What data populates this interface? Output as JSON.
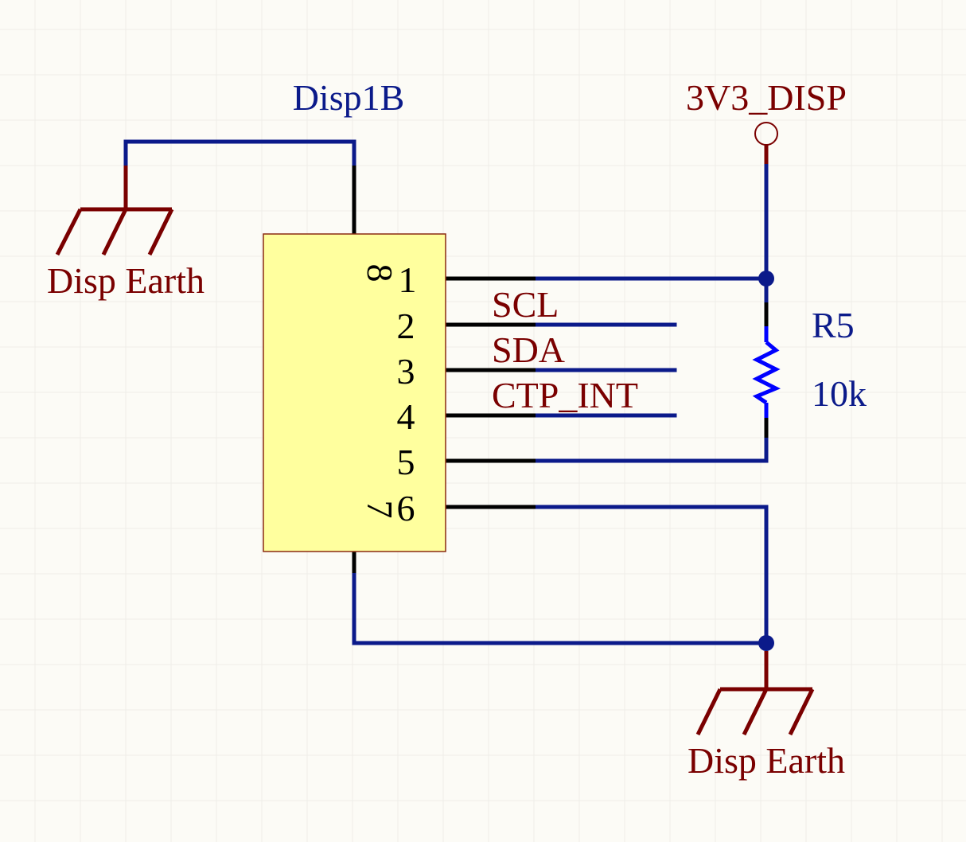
{
  "component": {
    "designator": "Disp1B",
    "pins": [
      "1",
      "2",
      "3",
      "4",
      "5",
      "6",
      "7",
      "8"
    ]
  },
  "power_port": {
    "label": "3V3_DISP"
  },
  "resistor": {
    "designator": "R5",
    "value": "10k"
  },
  "net_labels": {
    "scl": "SCL",
    "sda": "SDA",
    "ctp_int": "CTP_INT"
  },
  "ground_ports": {
    "top_left": "Disp Earth",
    "bottom_right": "Disp Earth"
  },
  "colors": {
    "background": "#fcfbf6",
    "grid": "#efeee8",
    "wire": "#0b1a8a",
    "pin": "#000000",
    "component_fill": "#ffff9e",
    "component_border": "#8a2a10",
    "port": "#7a0000",
    "designator_text": "#0b1a8a",
    "net_label_text": "#7a0000",
    "resistor": "#0000ff"
  }
}
